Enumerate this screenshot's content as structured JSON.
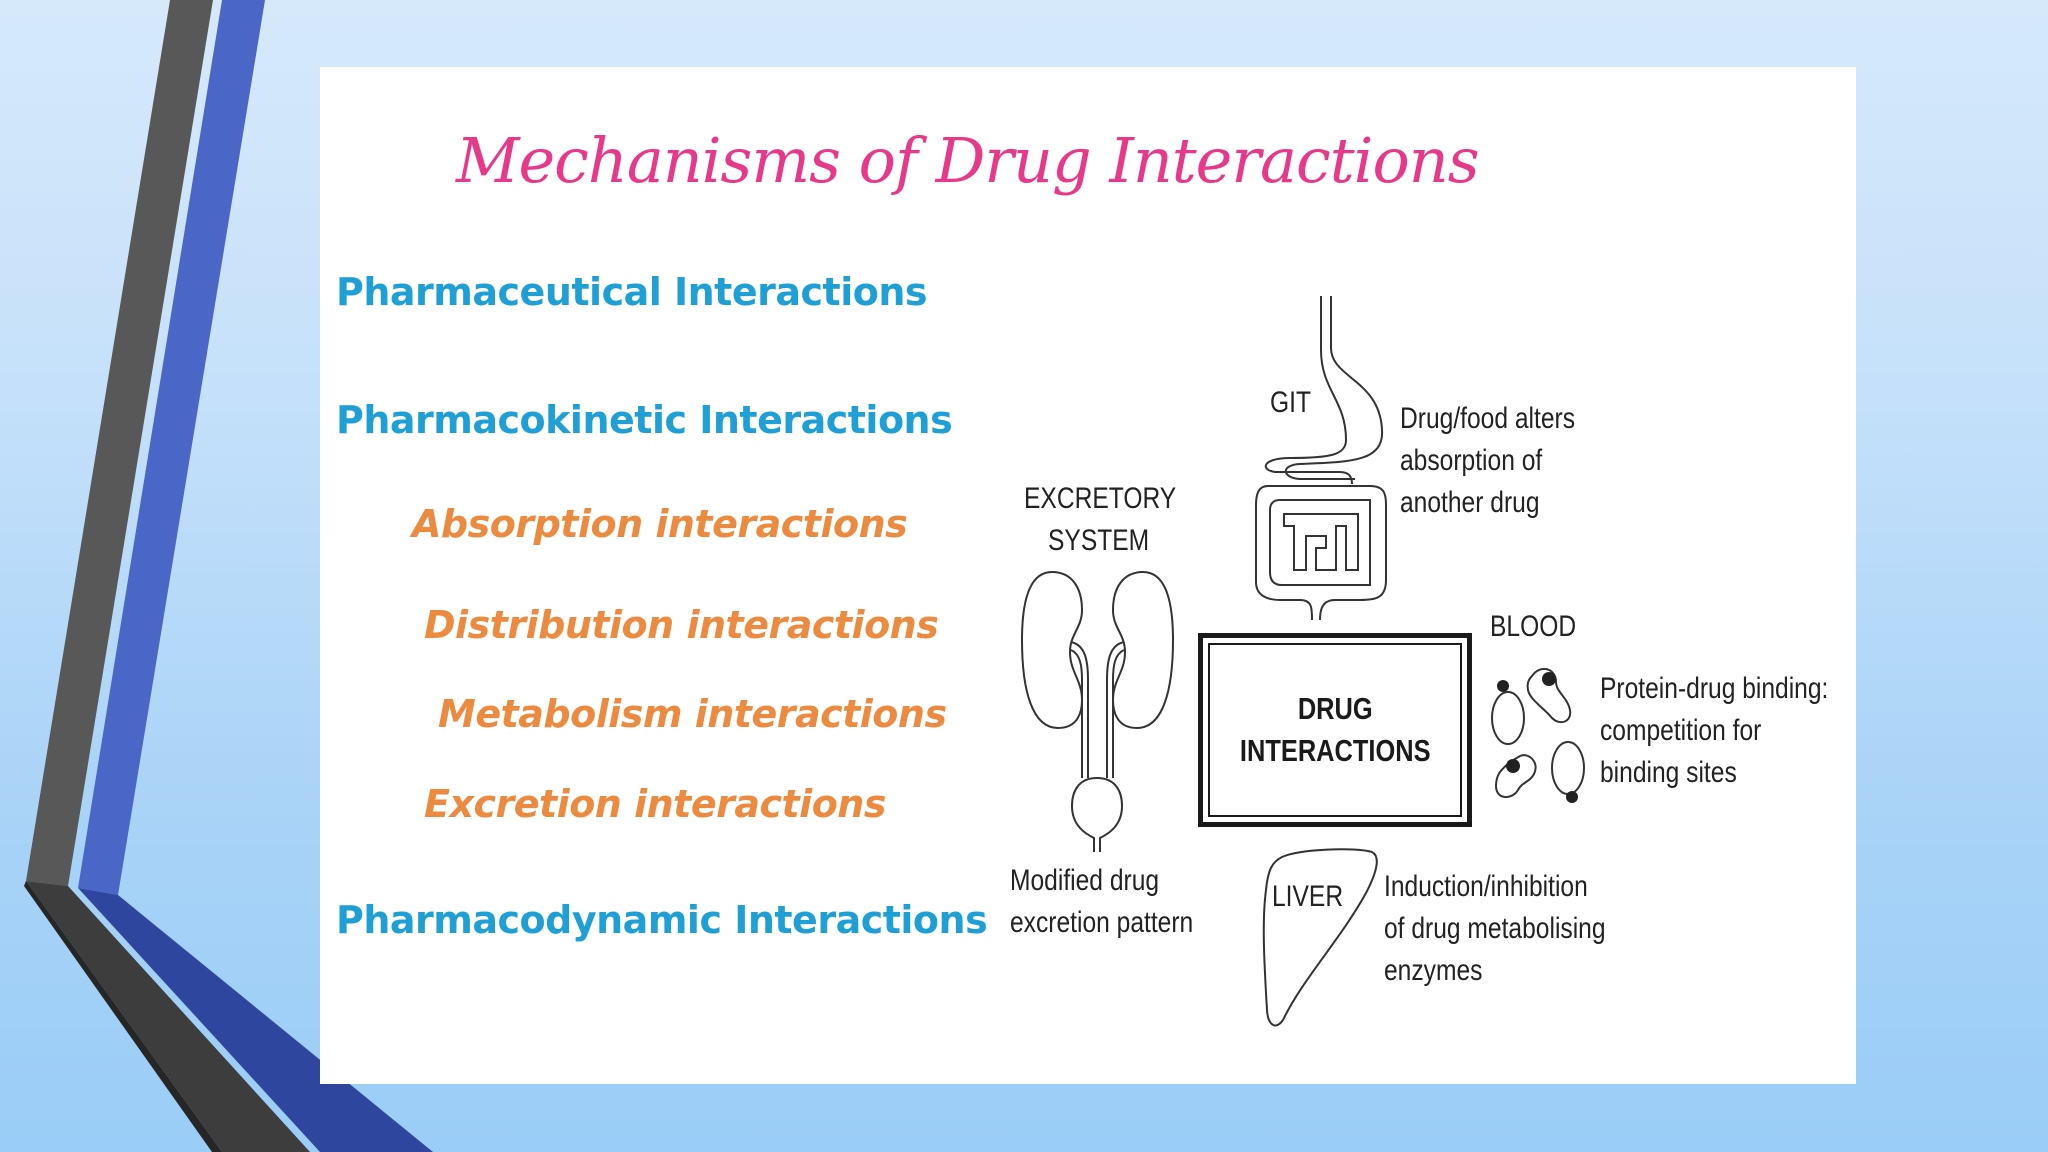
{
  "slide": {
    "title": "Mechanisms of Drug Interactions",
    "colors": {
      "title": "#e8388a",
      "primary_items": "#1e9fd6",
      "secondary_items": "#ec8b3f",
      "background": "#c4e0fa",
      "stripe_gray": "#585858",
      "stripe_blue": "#4a66c6"
    }
  },
  "list": {
    "items": [
      {
        "label": "Pharmaceutical Interactions",
        "level": 1
      },
      {
        "label": "Pharmacokinetic Interactions",
        "level": 1
      },
      {
        "label": "Absorption interactions",
        "level": 2
      },
      {
        "label": "Distribution interactions",
        "level": 2
      },
      {
        "label": "Metabolism interactions",
        "level": 2
      },
      {
        "label": "Excretion interactions",
        "level": 2
      },
      {
        "label": "Pharmacodynamic Interactions",
        "level": 1
      }
    ]
  },
  "diagram": {
    "center": {
      "line1": "DRUG",
      "line2": "INTERACTIONS"
    },
    "git": {
      "label": "GIT",
      "desc": [
        "Drug/food alters",
        "absorption of",
        "another drug"
      ]
    },
    "excretory": {
      "label": [
        "EXCRETORY",
        "SYSTEM"
      ],
      "desc": [
        "Modified drug",
        "excretion pattern"
      ]
    },
    "blood": {
      "label": "BLOOD",
      "desc": [
        "Protein-drug binding:",
        "competition for",
        "binding sites"
      ]
    },
    "liver": {
      "label": "LIVER",
      "desc": [
        "Induction/inhibition",
        "of drug metabolising",
        "enzymes"
      ]
    }
  }
}
